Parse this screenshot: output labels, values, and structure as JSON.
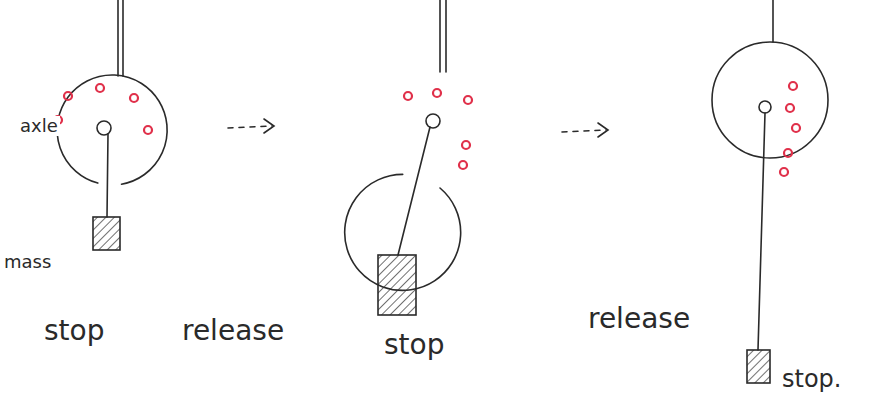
{
  "diagram": {
    "labels": [
      "axle",
      "mass",
      "stop",
      "release",
      "stop",
      "release",
      "stop."
    ]
  }
}
